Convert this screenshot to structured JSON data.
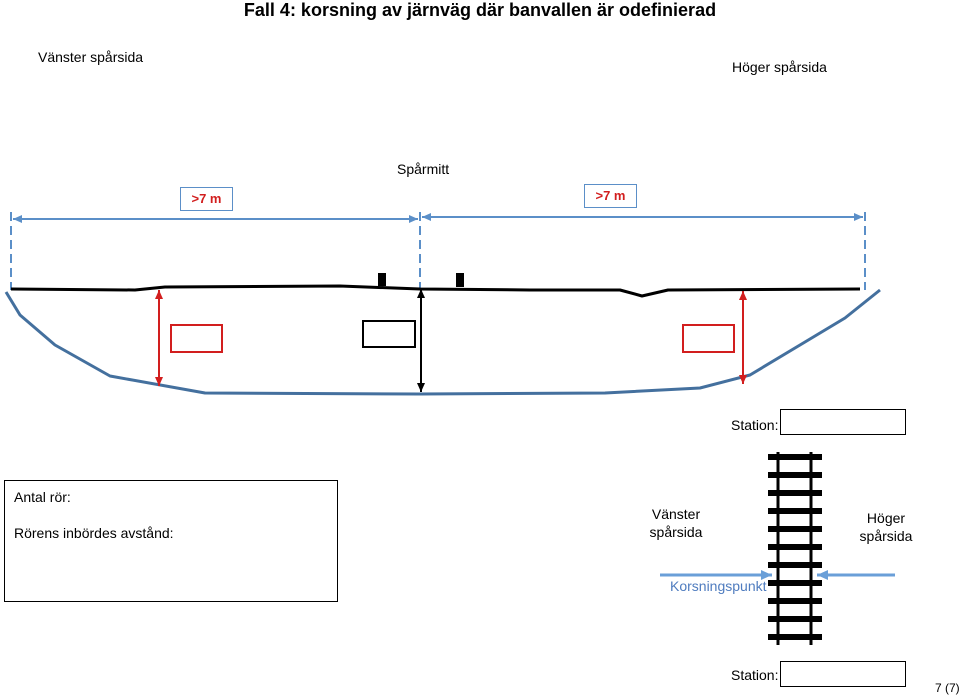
{
  "title": "Fall 4: korsning av järnväg där banvallen är odefinierad",
  "labels": {
    "left_side": "Vänster spårsida",
    "right_side": "Höger spårsida",
    "track_center": "Spårmitt",
    "dist_left": ">7 m",
    "dist_right": ">7 m",
    "station_1": "Station:",
    "station_2": "Station:",
    "crossing_point": "Korsningspunkt",
    "left_side_l1": "Vänster",
    "left_side_l2": "spårsida",
    "right_side_l1": "Höger",
    "right_side_l2": "spårsida",
    "page_number": "7 (7)"
  },
  "info_box": {
    "pipe_count_label": "Antal rör:",
    "pipe_spacing_label": "Rörens inbördes avstånd:"
  },
  "colors": {
    "accent_blue": "#5b8fc8",
    "embankment_blue": "#44709e",
    "dimension_red": "#d21e1e",
    "crossing_arrow_blue": "#6a9fd8"
  }
}
